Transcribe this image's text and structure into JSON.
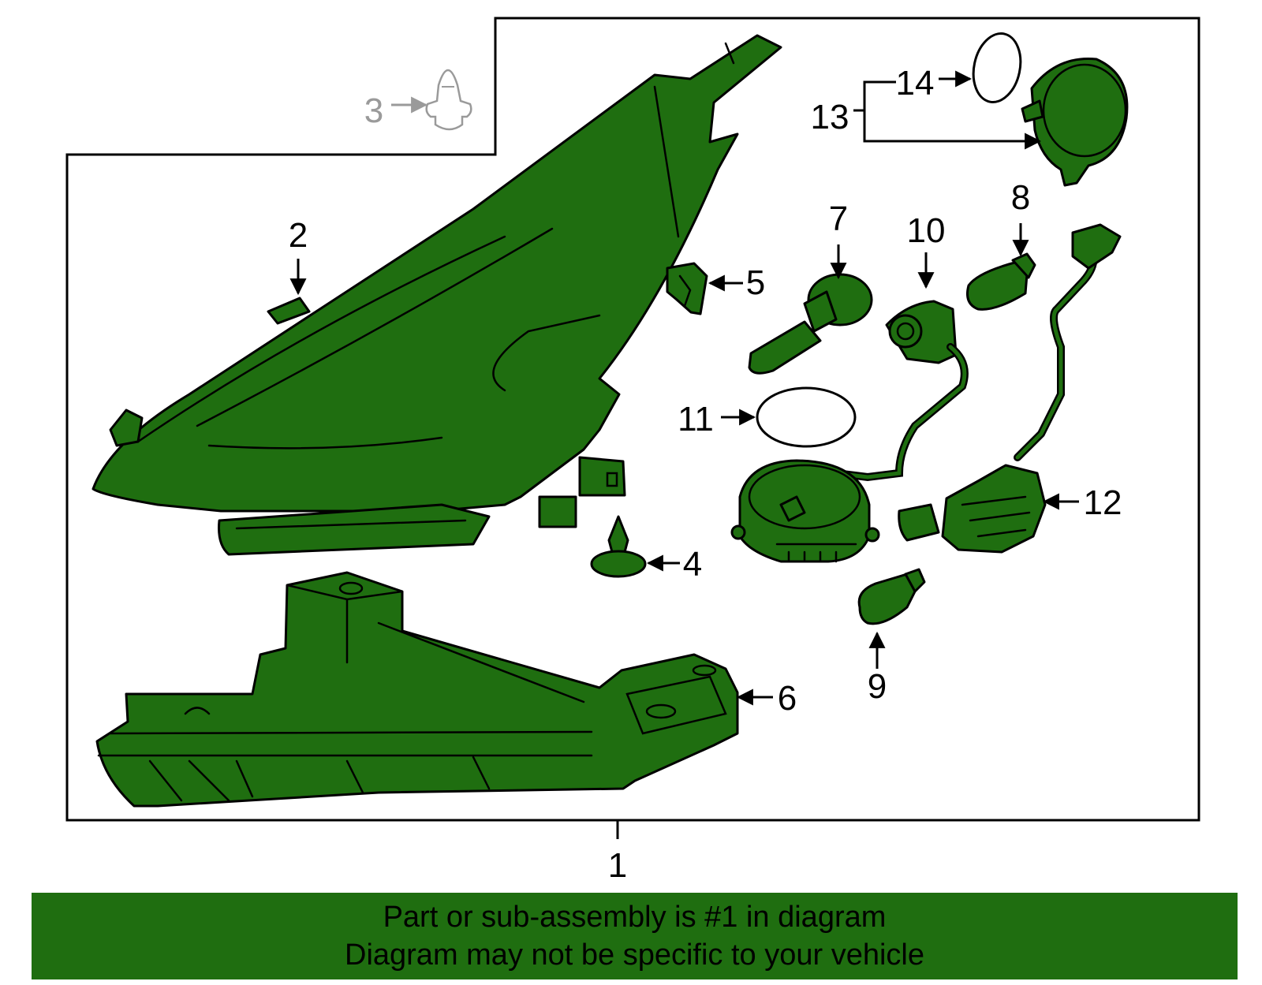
{
  "colors": {
    "part_fill": "#1f6e10",
    "banner_fill": "#1f6e10",
    "outline": "#000000",
    "callout_dim": "#9a9a9a",
    "background": "#ffffff"
  },
  "callouts": {
    "c1": "1",
    "c2": "2",
    "c3": "3",
    "c4": "4",
    "c5": "5",
    "c6": "6",
    "c7": "7",
    "c8": "8",
    "c9": "9",
    "c10": "10",
    "c11": "11",
    "c12": "12",
    "c13": "13",
    "c14": "14"
  },
  "banner": {
    "line1": "Part or sub-assembly is #1 in diagram",
    "line2": "Diagram may not be specific to your vehicle"
  }
}
